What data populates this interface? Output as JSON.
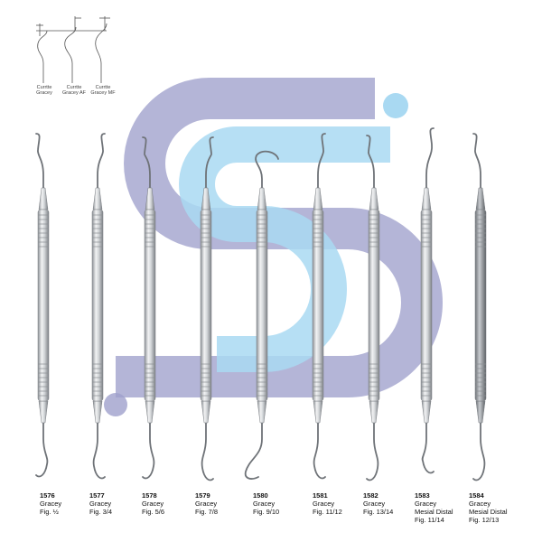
{
  "colors": {
    "watermark_purple": "#9fa0cc",
    "watermark_blue": "#a9d9f2",
    "steel_light": "#e6e8ea",
    "steel_dark": "#8d9196",
    "text": "#111111"
  },
  "schema": {
    "labels": [
      [
        "Currtte",
        "Gracey"
      ],
      [
        "Currtte",
        "Gracey AF"
      ],
      [
        "Currtte",
        "Gracey MF"
      ]
    ]
  },
  "instruments": [
    {
      "number": "1576",
      "lines": [
        "Gracey",
        "Fig.  ½"
      ]
    },
    {
      "number": "1577",
      "lines": [
        "Gracey",
        "Fig. 3/4"
      ]
    },
    {
      "number": "1578",
      "lines": [
        "Gracey",
        "Fig. 5/6"
      ]
    },
    {
      "number": "1579",
      "lines": [
        "Gracey",
        "Fig. 7/8"
      ]
    },
    {
      "number": "1580",
      "lines": [
        "Gracey",
        "Fig. 9/10"
      ]
    },
    {
      "number": "1581",
      "lines": [
        "Gracey",
        "Fig. 11/12"
      ]
    },
    {
      "number": "1582",
      "lines": [
        "Gracey",
        "Fig. 13/14"
      ]
    },
    {
      "number": "1583",
      "lines": [
        "Gracey",
        "Mesial Distal",
        "Fig. 11/14"
      ]
    },
    {
      "number": "1584",
      "lines": [
        "Gracey",
        "Mesial Distal",
        "Fig. 12/13"
      ]
    }
  ]
}
